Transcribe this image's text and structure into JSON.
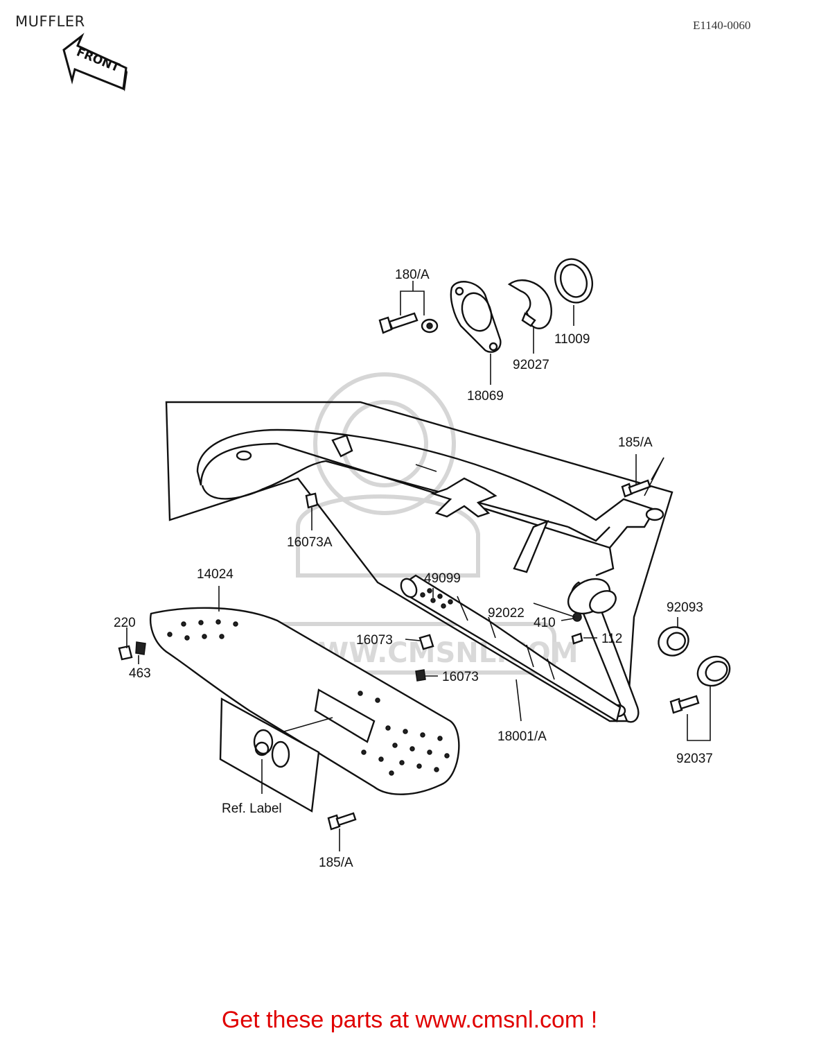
{
  "title": "MUFFLER",
  "diagram_code": "E1140-0060",
  "front_arrow_label": "FRONT",
  "watermark": "WWW.CMSNL.COM",
  "callouts": {
    "c180a": "180/A",
    "c18069": "18069",
    "c92027": "92027",
    "c11009": "11009",
    "c185a_top": "185/A",
    "c16073a": "16073A",
    "c14024": "14024",
    "c49099": "49099",
    "c92022": "92022",
    "c410": "410",
    "c112": "112",
    "c92093": "92093",
    "c220": "220",
    "c463": "463",
    "c16073_1": "16073",
    "c16073_2": "16073",
    "c18001a": "18001/A",
    "c92037": "92037",
    "ref_label": "Ref. Label",
    "c185a_bottom": "185/A"
  },
  "footer": "Get these parts at www.cmsnl.com !",
  "colors": {
    "footer_text": "#e00000",
    "watermark": "#d6d6d6"
  }
}
